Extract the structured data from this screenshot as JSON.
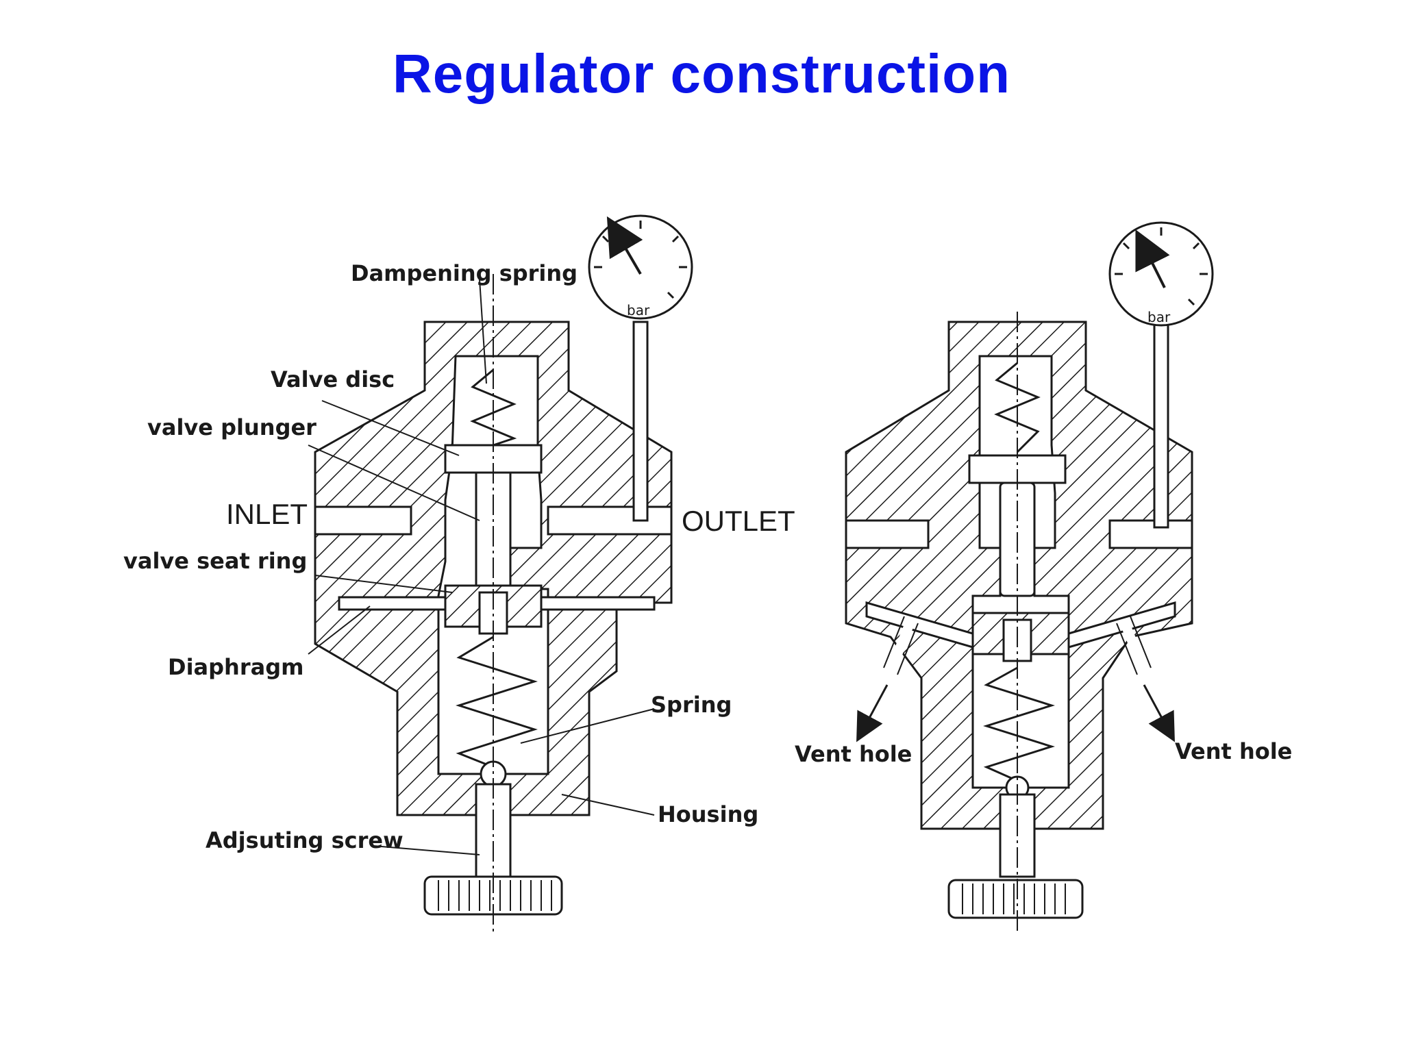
{
  "title": "Regulator construction",
  "colors": {
    "title": "#0a14e6",
    "ink": "#1a1a1a",
    "background": "#ffffff"
  },
  "left": {
    "labels": {
      "dampening_spring": "Dampening spring",
      "valve_disc": "Valve disc",
      "valve_plunger": "valve plunger",
      "inlet": "INLET",
      "outlet": "OUTLET",
      "valve_seat_ring": "valve seat ring",
      "diaphragm": "Diaphragm",
      "spring": "Spring",
      "housing": "Housing",
      "adjusting_screw": "Adjsuting screw"
    },
    "gauge_unit": "bar"
  },
  "right": {
    "labels": {
      "vent_hole_left": "Vent hole",
      "vent_hole_right": "Vent hole"
    },
    "gauge_unit": "bar"
  }
}
